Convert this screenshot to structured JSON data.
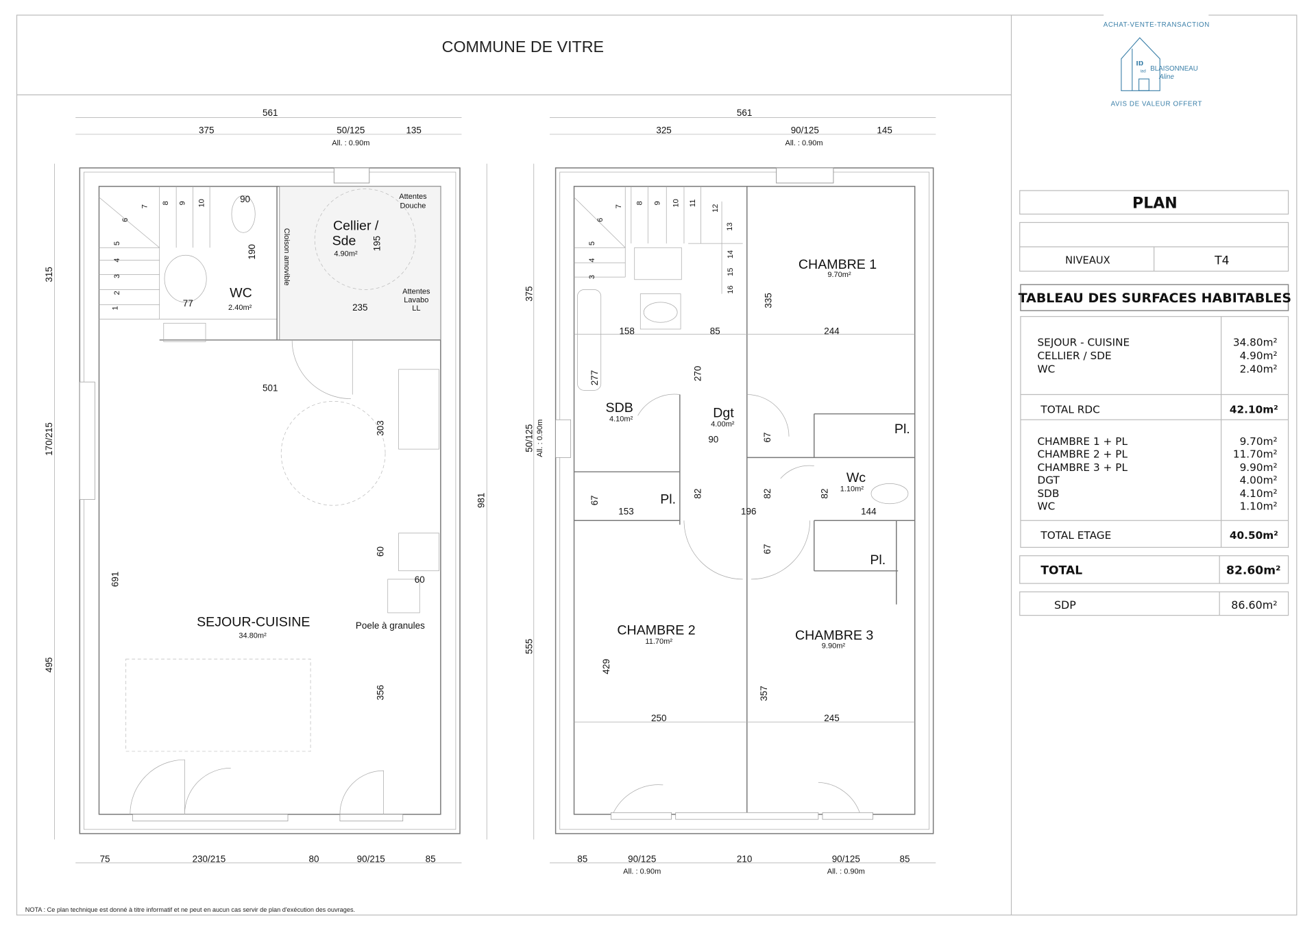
{
  "title": "COMMUNE DE VITRE",
  "nota": "NOTA : Ce plan technique est donné à titre informatif et ne peut en aucun cas servir de plan d'exécution des ouvrages.",
  "logo": {
    "top": "ACHAT-VENTE-TRANSACTION",
    "brand": "iad",
    "name": "BLAISONNEAU",
    "signature": "Aline",
    "bottom": "AVIS DE VALEUR OFFERT",
    "color": "#3a7fa8"
  },
  "rdc": {
    "dims": {
      "total": "561",
      "d375": "375",
      "d50_125": "50/125",
      "d135": "135",
      "all": "All. : 0.90m",
      "v315": "315",
      "v170": "170/215",
      "v495": "495",
      "v981": "981",
      "b75": "75",
      "b230": "230/215",
      "b80": "80",
      "b90": "90/215",
      "b85": "85"
    },
    "stairs": [
      "1",
      "2",
      "3",
      "4",
      "5",
      "6",
      "7",
      "8",
      "9",
      "10"
    ],
    "labels": {
      "d90": "90",
      "d190": "190",
      "d77": "77",
      "wc": "WC",
      "wc_area": "2.40m²",
      "cellier1": "Cellier /",
      "cellier2": "Sde",
      "cellier_area": "4.90m²",
      "d195": "195",
      "cloison": "Cloison amovible",
      "douche1": "Attentes",
      "douche2": "Douche",
      "lav1": "Attentes",
      "lav2": "Lavabo",
      "lav3": "LL",
      "d235": "235",
      "d501": "501",
      "d303": "303",
      "d60a": "60",
      "d60b": "60",
      "d691": "691",
      "poele": "Poele à granules",
      "sejour": "SEJOUR-CUISINE",
      "sejour_area": "34.80m²",
      "d356": "356"
    }
  },
  "etage": {
    "dims": {
      "total": "561",
      "d325": "325",
      "d90_125": "90/125",
      "d145": "145",
      "all": "All. : 0.90m",
      "v375": "375",
      "v50": "50/125",
      "vall": "All. : 0.90m",
      "v555": "555",
      "b85a": "85",
      "b90a": "90/125",
      "ball_a": "All. : 0.90m",
      "b210": "210",
      "b90b": "90/125",
      "ball_b": "All. : 0.90m",
      "b85b": "85"
    },
    "stairs": [
      "3",
      "4",
      "5",
      "6",
      "7",
      "8",
      "9",
      "10",
      "11",
      "12",
      "13",
      "14",
      "15",
      "16"
    ],
    "labels": {
      "ch1": "CHAMBRE 1",
      "ch1_area": "9.70m²",
      "d335": "335",
      "d158": "158",
      "d85": "85",
      "d244": "244",
      "d277": "277",
      "d270": "270",
      "sdb": "SDB",
      "sdb_area": "4.10m²",
      "dgt": "Dgt",
      "dgt_area": "4.00m²",
      "d90": "90",
      "d67a": "67",
      "pl1": "Pl.",
      "wc": "Wc",
      "wc_area": "1.10m²",
      "d82a": "82",
      "d82b": "82",
      "d82c": "82",
      "d67b": "67",
      "pl2": "Pl.",
      "d153": "153",
      "d196": "196",
      "d144": "144",
      "d67c": "67",
      "pl3": "Pl.",
      "ch2": "CHAMBRE 2",
      "ch2_area": "11.70m²",
      "ch3": "CHAMBRE 3",
      "ch3_area": "9.90m²",
      "d429": "429",
      "d357": "357",
      "d250": "250",
      "d245": "245"
    }
  },
  "panel": {
    "plan": "PLAN",
    "niveaux_label": "NIVEAUX",
    "niveaux_value": "T4",
    "tableau": "TABLEAU DES SURFACES HABITABLES",
    "rdc_rows": [
      {
        "name": "SEJOUR - CUISINE",
        "value": "34.80m²"
      },
      {
        "name": "CELLIER / SDE",
        "value": "4.90m²"
      },
      {
        "name": "WC",
        "value": "2.40m²"
      }
    ],
    "total_rdc": {
      "name": "TOTAL RDC",
      "value": "42.10m²"
    },
    "etage_rows": [
      {
        "name": "CHAMBRE 1 + PL",
        "value": "9.70m²"
      },
      {
        "name": "CHAMBRE 2 + PL",
        "value": "11.70m²"
      },
      {
        "name": "CHAMBRE 3 + PL",
        "value": "9.90m²"
      },
      {
        "name": "DGT",
        "value": "4.00m²"
      },
      {
        "name": "SDB",
        "value": "4.10m²"
      },
      {
        "name": "WC",
        "value": "1.10m²"
      }
    ],
    "total_etage": {
      "name": "TOTAL ETAGE",
      "value": "40.50m²"
    },
    "total": {
      "name": "TOTAL",
      "value": "82.60m²"
    },
    "sdp": {
      "name": "SDP",
      "value": "86.60m²"
    }
  }
}
